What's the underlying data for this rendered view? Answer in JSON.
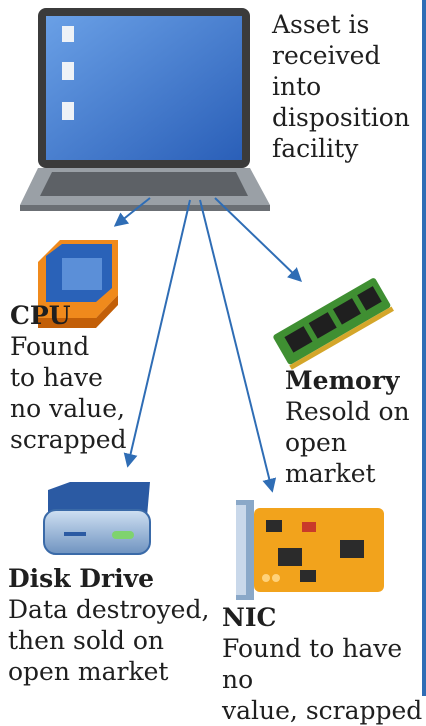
{
  "intro": {
    "lines": [
      "Asset is",
      "received into",
      "disposition",
      "facility"
    ]
  },
  "components": {
    "cpu": {
      "title": "CPU",
      "lines": [
        "Found",
        "to have",
        "no value,",
        "scrapped"
      ]
    },
    "memory": {
      "title": "Memory",
      "lines": [
        "Resold on",
        "open market"
      ]
    },
    "disk": {
      "title": "Disk Drive",
      "lines": [
        "Data destroyed,",
        "then sold on",
        "open market"
      ]
    },
    "nic": {
      "title": "NIC",
      "lines": [
        "Found to have no",
        "value, scrapped"
      ]
    }
  },
  "icons": [
    "laptop-icon",
    "cpu-icon",
    "memory-icon",
    "disk-drive-icon",
    "nic-icon"
  ],
  "colors": {
    "arrow": "#2f6db5",
    "border": "#2f6db5"
  }
}
